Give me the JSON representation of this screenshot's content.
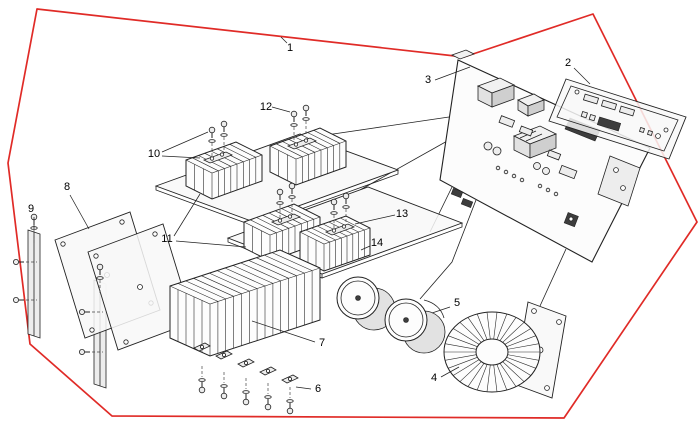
{
  "diagram": {
    "type": "exploded-parts-diagram",
    "background": "#ffffff",
    "outline_color": "#e02b27",
    "line_color": "#222222",
    "callouts": {
      "c1": "1",
      "c2": "2",
      "c3": "3",
      "c4": "4",
      "c5": "5",
      "c6": "6",
      "c7": "7",
      "c8": "8",
      "c9": "9",
      "c10": "10",
      "c11": "11",
      "c12": "12",
      "c13": "13",
      "c14": "14"
    }
  }
}
